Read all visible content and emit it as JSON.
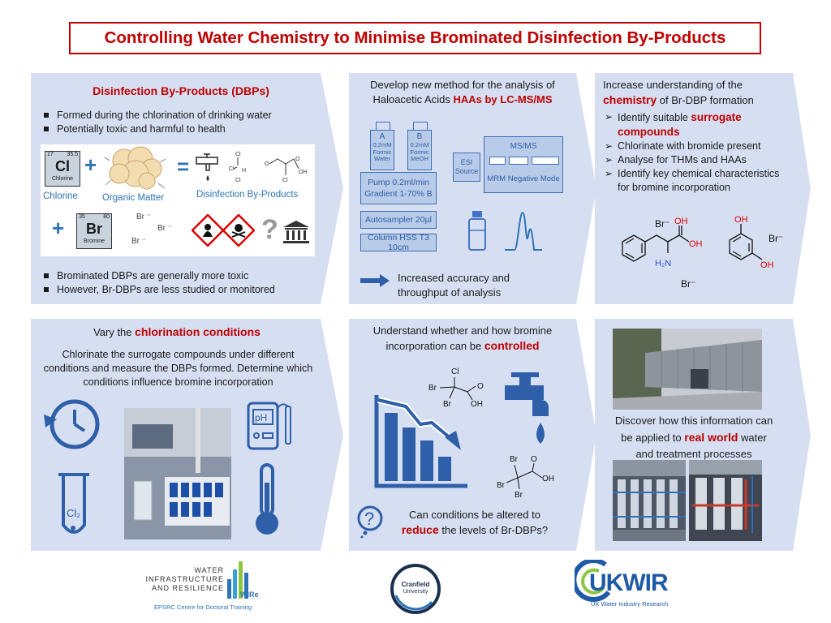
{
  "title": "Controlling Water Chemistry to Minimise Brominated Disinfection By-Products",
  "p1": {
    "heading": "Disinfection By-Products (DBPs)",
    "bullets_top": [
      "Formed during the chlorination of drinking water",
      "Potentially toxic and harmful to health"
    ],
    "chlorine": {
      "num": "17",
      "mass": "35.5",
      "symbol": "Cl",
      "name": "Chlorine",
      "label": "Chlorine"
    },
    "organic_label": "Organic Matter",
    "dbp_label": "Disinfection By-Products",
    "bromine": {
      "num": "35",
      "mass": "80",
      "symbol": "Br",
      "name": "Bromine"
    },
    "br_ion": "Br ⁻",
    "bullets_bottom": [
      "Brominated DBPs are generally more toxic",
      "However, Br-DBPs are less studied or monitored"
    ]
  },
  "p2": {
    "intro_1": "Develop new method for the analysis of",
    "intro_2": "Haloacetic Acids",
    "intro_3": "HAAs by LC-MS/MS",
    "bottle_a": {
      "letter": "A",
      "conc": "0.2mM",
      "l2": "Formic",
      "l3": "Water"
    },
    "bottle_b": {
      "letter": "B",
      "conc": "0.2mM",
      "l2": "Formic",
      "l3": "MeOH"
    },
    "pump_1": "Pump 0.2ml/min",
    "pump_2": "Gradient 1-70% B",
    "autosampler": "Autosampler 20µl",
    "column": "Column HSS T3 10cm",
    "esi_1": "ESI",
    "esi_2": "Source",
    "msms": "MS/MS",
    "mrm": "MRM Negative Mode",
    "result_1": "Increased accuracy and",
    "result_2": "throughput of analysis"
  },
  "p3": {
    "intro_1": "Increase understanding of the",
    "intro_red": "chemistry",
    "intro_2": "of Br-DBP formation",
    "items": [
      {
        "pre": "Identify suitable",
        "red": "surrogate compounds"
      },
      {
        "pre": "Chlorinate with bromide present",
        "red": ""
      },
      {
        "pre": "Analyse for THMs and HAAs",
        "red": ""
      },
      {
        "pre": "Identify key chemical characteristics for bromine incorporation",
        "red": ""
      }
    ],
    "br_minus": "Br⁻",
    "oh": "OH",
    "h2n": "H₂N"
  },
  "p4": {
    "head_pre": "Vary the",
    "head_red": "chlorination conditions",
    "body": "Chlorinate the surrogate compounds under different conditions and measure the DBPs formed. Determine which conditions influence bromine incorporation",
    "ph": "pH",
    "cl2": "Cl₂"
  },
  "p5": {
    "head_1": "Understand whether and how bromine",
    "head_2": "incorporation can be",
    "head_red": "controlled",
    "q_1": "Can conditions be altered to",
    "q_red": "reduce",
    "q_2": "the levels of Br-DBPs?",
    "cl": "Cl",
    "br": "Br",
    "o": "O",
    "oh": "OH"
  },
  "p6": {
    "text_1": "Discover how this information can",
    "text_2": "be applied to",
    "text_red": "real world",
    "text_3": "water",
    "text_4": "and treatment processes"
  },
  "logos": {
    "wire_1": "WATER",
    "wire_2": "INFRASTRUCTURE",
    "wire_3": "AND RESILIENCE",
    "wire_4": "WIRe",
    "wire_5": "EPSRC Centre for Doctoral Training",
    "cranfield_1": "Cranfield",
    "cranfield_2": "University",
    "ukwir_1": "UKWIR",
    "ukwir_2": "UK Water Industry Research"
  }
}
